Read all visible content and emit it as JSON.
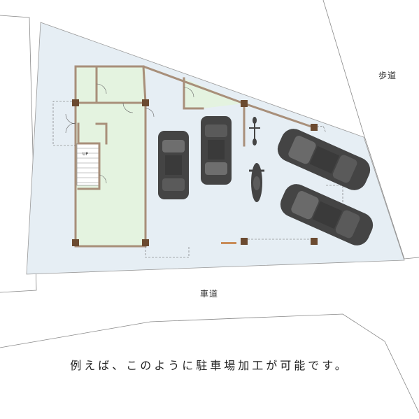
{
  "labels": {
    "sidewalk": "歩道",
    "road": "車道",
    "stairs_up": "UP"
  },
  "caption": "例えば、このように駐車場加工が可能です。",
  "colors": {
    "site_fill": "#e6eef4",
    "building_fill": "#e4f3e0",
    "wall": "#a88f7a",
    "column": "#6b4a30",
    "vehicle": "#444444",
    "outline": "#555555"
  }
}
